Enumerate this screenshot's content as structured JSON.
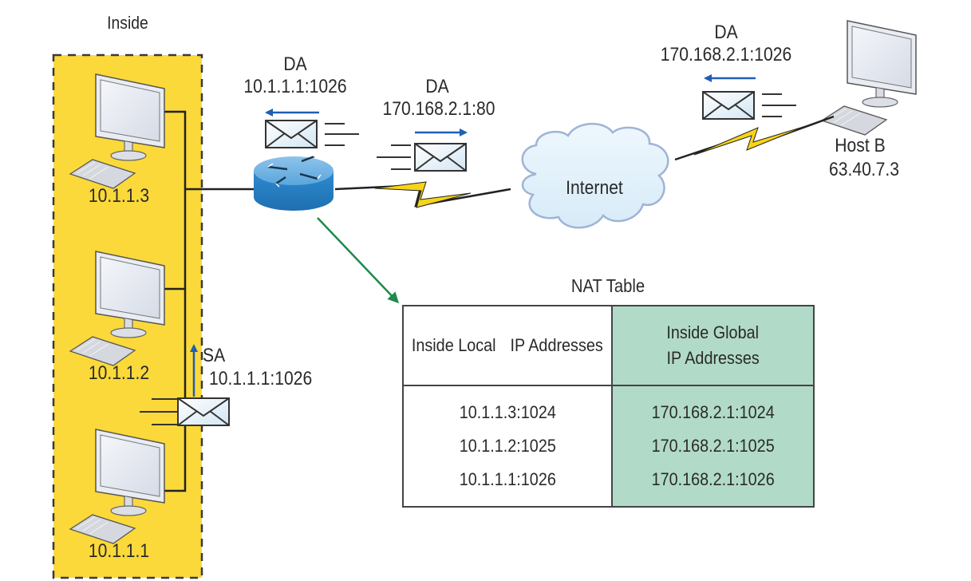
{
  "diagram": {
    "title": "NAT Port Address Translation",
    "inside_zone": {
      "label": "Inside",
      "fill_color": "#fbd93a",
      "hosts": [
        {
          "name": "10.1.1.3"
        },
        {
          "name": "10.1.1.2"
        },
        {
          "name": "10.1.1.1"
        }
      ]
    },
    "packets": {
      "router_to_inside": {
        "label": "DA",
        "address": "10.1.1.1:1026",
        "direction": "left"
      },
      "router_to_internet": {
        "label": "DA",
        "address": "170.168.2.1:80",
        "direction": "right"
      },
      "hostb_to_internet": {
        "label": "DA",
        "address": "170.168.2.1:1026",
        "direction": "left"
      },
      "host_to_router": {
        "label": "SA",
        "address": "10.1.1.1:1026",
        "direction": "up"
      }
    },
    "cloud": {
      "label": "Internet"
    },
    "host_b": {
      "name": "Host B",
      "ip": "63.40.7.3"
    },
    "colors": {
      "arrow_blue": "#1f5fb4",
      "lightning_yellow": "#f7d417",
      "router_blue": "#2f86c8",
      "pointer_green": "#1f8a4c",
      "table_green": "#b1dbc8",
      "cloud_fill": "#e3f1fb",
      "cloud_stroke": "#9fb4d6"
    },
    "nat_table": {
      "title": "NAT Table",
      "headers": [
        {
          "line1": "Inside Local",
          "line2": "IP Addresses"
        },
        {
          "line1": "Inside Global",
          "line2": "IP Addresses"
        }
      ],
      "rows": [
        {
          "local": "10.1.1.3:1024",
          "global": "170.168.2.1:1024"
        },
        {
          "local": "10.1.1.2:1025",
          "global": "170.168.2.1:1025"
        },
        {
          "local": "10.1.1.1:1026",
          "global": "170.168.2.1:1026"
        }
      ]
    }
  }
}
